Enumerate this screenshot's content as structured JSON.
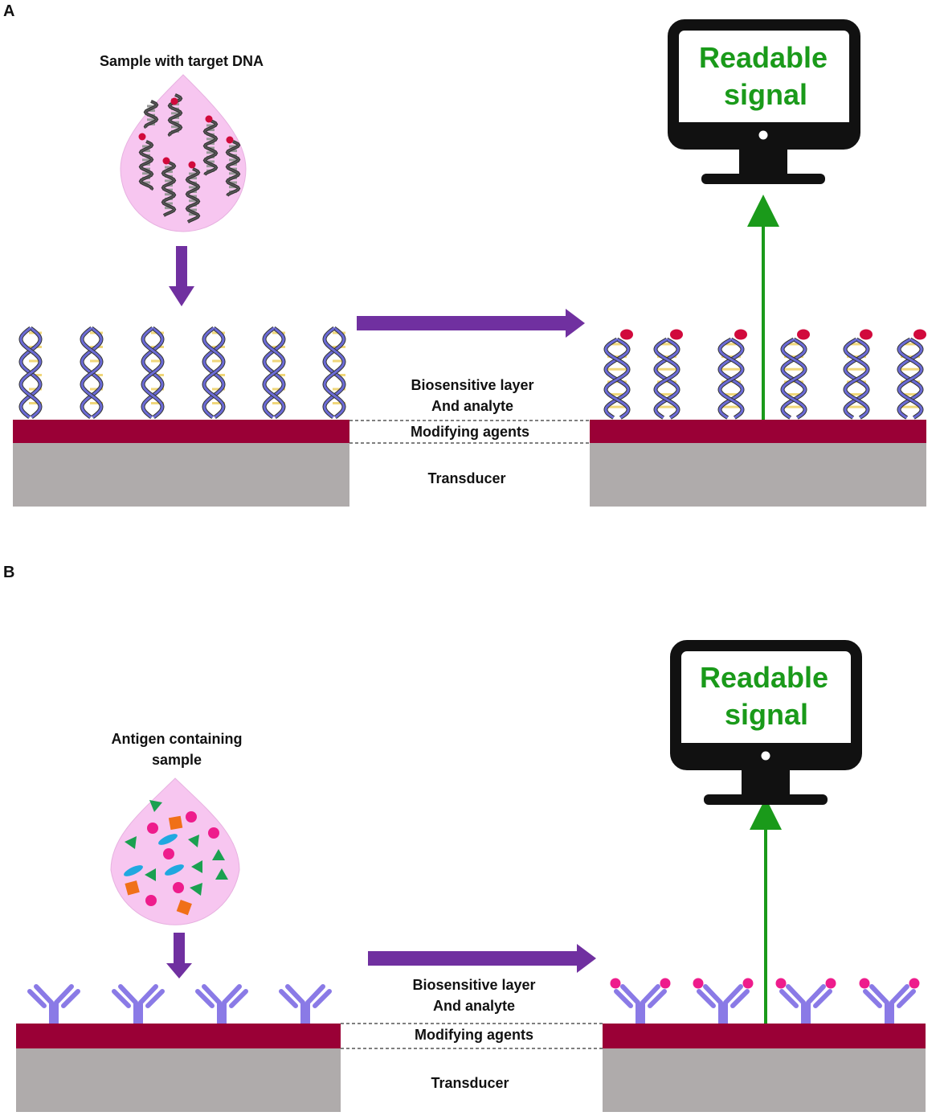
{
  "colors": {
    "substrate": "#9a0036",
    "transducer": "#afabab",
    "arrow": "#7030a0",
    "signal": "#1a9a1a",
    "droplet": "#f7c6f0",
    "helix": "#6b6bd6",
    "rung": "#f0d77a",
    "antibody": "#8a7ae6",
    "target_dot": "#d10a3c",
    "antigen_dot": "#ee1c8c"
  },
  "panelA": {
    "letter": "A",
    "sample_label": "Sample with target DNA",
    "layer_labels": {
      "biosensitive_line1": "Biosensitive layer",
      "biosensitive_line2": "And analyte",
      "modifying": "Modifying agents",
      "transducer": "Transducer"
    },
    "monitor": {
      "line1": "Readable",
      "line2": "signal"
    }
  },
  "panelB": {
    "letter": "B",
    "sample_label_line1": "Antigen containing",
    "sample_label_line2": "sample",
    "layer_labels": {
      "biosensitive_line1": "Biosensitive layer",
      "biosensitive_line2": "And analyte",
      "modifying": "Modifying agents",
      "transducer": "Transducer"
    },
    "monitor": {
      "line1": "Readable",
      "line2": "signal"
    }
  }
}
